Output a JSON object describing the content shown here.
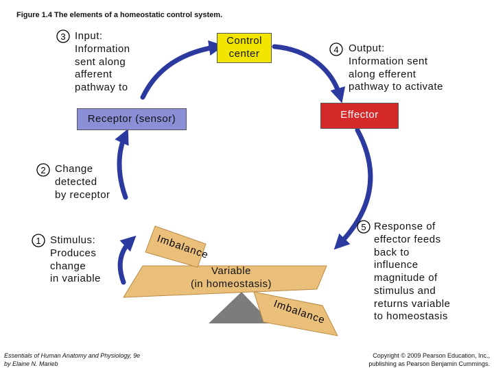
{
  "figure_title": "Figure 1.4 The elements of a homeostatic control system.",
  "colors": {
    "arrow": "#2c3aa0",
    "control_box": "#f2e600",
    "receptor_box": "#8a8fd6",
    "effector_box": "#d62a2a",
    "beam": "#eabf7a",
    "beam_edge": "#b98a45",
    "fulcrum": "#7c7c7c"
  },
  "boxes": {
    "control": "Control\ncenter",
    "receptor": "Receptor (sensor)",
    "effector": "Effector"
  },
  "steps": [
    {
      "number": "1",
      "text": "Stimulus:\nProduces\nchange\nin variable"
    },
    {
      "number": "2",
      "text": "Change\ndetected\nby receptor"
    },
    {
      "number": "3",
      "text": "Input:\nInformation\nsent along\nafferent\npathway to"
    },
    {
      "number": "4",
      "text": "Output:\nInformation sent\nalong efferent\npathway to activate"
    },
    {
      "number": "5",
      "text": "Response of\neffector feeds\nback to\ninfluence\nmagnitude of\nstimulus and\nreturns variable\nto homeostasis"
    }
  ],
  "balance": {
    "variable": "Variable\n(in homeostasis)",
    "imbalance_left": "Imbalance",
    "imbalance_right": "Imbalance"
  },
  "footer": {
    "left": "Essentials of Human Anatomy and Physiology, 9e\nby Elaine N. Marieb",
    "right": "Copyright © 2009 Pearson Education, Inc.,\npublishing as Pearson Benjamin Cummings."
  }
}
